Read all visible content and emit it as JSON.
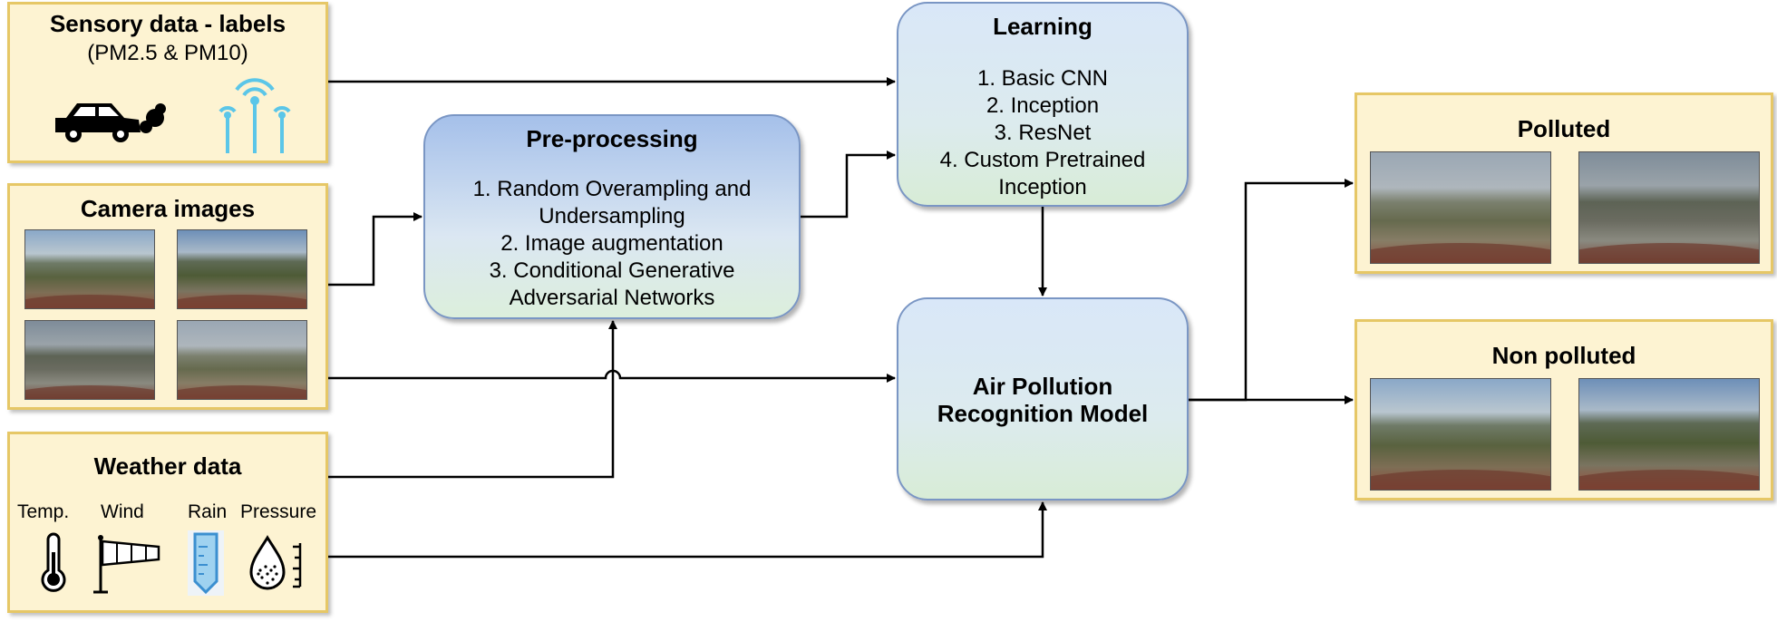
{
  "sensory": {
    "title": "Sensory data - labels",
    "subtitle": "(PM2.5 & PM10)",
    "icons": [
      "car-exhaust-icon",
      "wireless-sensor-icon"
    ]
  },
  "camera": {
    "title": "Camera images",
    "images": [
      "camera-image-1",
      "camera-image-2",
      "camera-image-3",
      "camera-image-4"
    ]
  },
  "weather": {
    "title": "Weather data",
    "items": [
      {
        "label": "Temp.",
        "icon": "thermometer-icon"
      },
      {
        "label": "Wind",
        "icon": "windsock-icon"
      },
      {
        "label": "Rain",
        "icon": "rain-gauge-icon"
      },
      {
        "label": "Pressure",
        "icon": "pressure-drop-icon"
      }
    ]
  },
  "preprocessing": {
    "title": "Pre-processing",
    "items": [
      "1. Random Overampling and",
      "Undersampling",
      "2. Image augmentation",
      "3. Conditional Generative",
      "Adversarial Networks"
    ]
  },
  "learning": {
    "title": "Learning",
    "items": [
      "1. Basic CNN",
      "2. Inception",
      "3. ResNet",
      "4. Custom Pretrained",
      "Inception"
    ]
  },
  "model": {
    "title_line1": "Air Pollution",
    "title_line2": "Recognition Model"
  },
  "polluted": {
    "title": "Polluted"
  },
  "non_polluted": {
    "title": "Non polluted"
  },
  "colors": {
    "yellow_fill": "#fdf3d2",
    "yellow_border": "#e6c766",
    "blue_border": "#7a96c4",
    "sensor_blue": "#5bc6e8"
  }
}
